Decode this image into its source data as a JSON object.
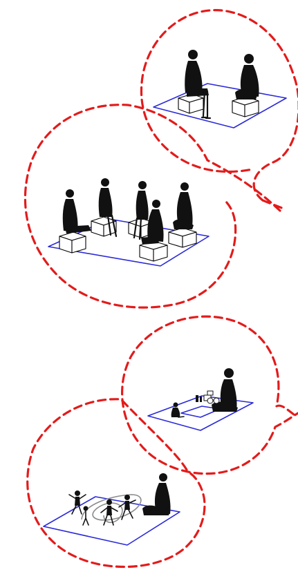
{
  "scenes": [
    {
      "id": "pair-seated-on-cubes",
      "people": 2,
      "cubes": 2
    },
    {
      "id": "group-seated-on-cubes",
      "people": 5,
      "cubes": 5
    },
    {
      "id": "adult-and-child-playing",
      "people": 2,
      "toys": 3
    },
    {
      "id": "children-running-in-circle",
      "people": 4
    }
  ],
  "colors": {
    "bubble_outline": "#e31b1b",
    "floor_mat": "#2a2ad8",
    "figure": "#111111",
    "cube": "#ffffff",
    "scribble": "#8a8a8a"
  }
}
